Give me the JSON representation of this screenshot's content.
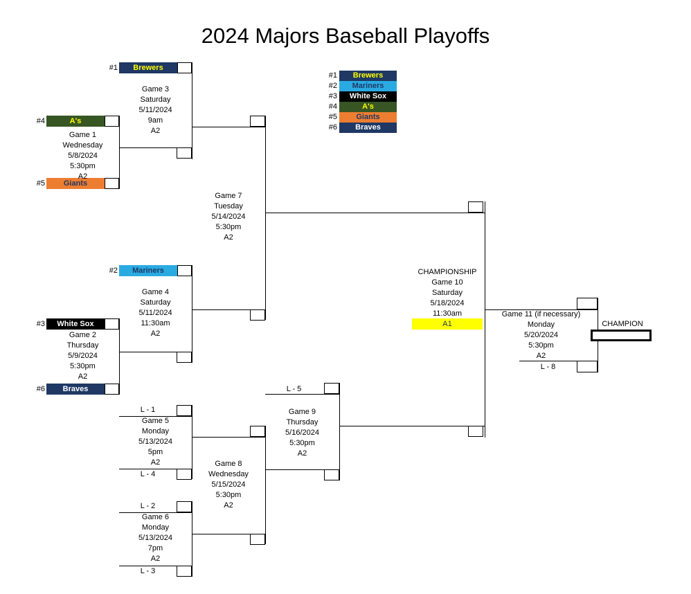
{
  "title": "2024 Majors Baseball Playoffs",
  "legend": {
    "items": [
      {
        "seed": "#1",
        "team": "Brewers",
        "bg": "#1F3864",
        "fg": "#FFFF00"
      },
      {
        "seed": "#2",
        "team": "Mariners",
        "bg": "#29ABE2",
        "fg": "#1F3864"
      },
      {
        "seed": "#3",
        "team": "White Sox",
        "bg": "#000000",
        "fg": "#FFFFFF"
      },
      {
        "seed": "#4",
        "team": "A's",
        "bg": "#375623",
        "fg": "#FFFF00"
      },
      {
        "seed": "#5",
        "team": "Giants",
        "bg": "#ED7D31",
        "fg": "#1F3864"
      },
      {
        "seed": "#6",
        "team": "Braves",
        "bg": "#1F3864",
        "fg": "#FFFFFF"
      }
    ]
  },
  "games": {
    "g1": {
      "lines": [
        "Game 1",
        "Wednesday",
        "5/8/2024",
        "5:30pm",
        "A2"
      ]
    },
    "g2": {
      "lines": [
        "Game 2",
        "Thursday",
        "5/9/2024",
        "5:30pm",
        "A2"
      ]
    },
    "g3": {
      "lines": [
        "Game 3",
        "Saturday",
        "5/11/2024",
        "9am",
        "A2"
      ]
    },
    "g4": {
      "lines": [
        "Game 4",
        "Saturday",
        "5/11/2024",
        "11:30am",
        "A2"
      ]
    },
    "g5": {
      "lines": [
        "Game 5",
        "Monday",
        "5/13/2024",
        "5pm",
        "A2"
      ]
    },
    "g6": {
      "lines": [
        "Game 6",
        "Monday",
        "5/13/2024",
        "7pm",
        "A2"
      ]
    },
    "g7": {
      "lines": [
        "Game 7",
        "Tuesday",
        "5/14/2024",
        "5:30pm",
        "A2"
      ]
    },
    "g8": {
      "lines": [
        "Game 8",
        "Wednesday",
        "5/15/2024",
        "5:30pm",
        "A2"
      ]
    },
    "g9": {
      "lines": [
        "Game 9",
        "Thursday",
        "5/16/2024",
        "5:30pm",
        "A2"
      ]
    },
    "g10": {
      "heading": "CHAMPIONSHIP",
      "lines": [
        "Game 10",
        "Saturday",
        "5/18/2024",
        "11:30am"
      ],
      "court": "A1",
      "court_bg": "#FFFF00",
      "court_fg": "#1F3864"
    },
    "g11": {
      "lines": [
        "Game 11 (if necessary)",
        "Monday",
        "5/20/2024",
        "5:30pm",
        "A2"
      ]
    }
  },
  "feeders": {
    "l1": "L - 1",
    "l2": "L - 2",
    "l3": "L - 3",
    "l4": "L - 4",
    "l5": "L - 5",
    "l8": "L - 8"
  },
  "champion_label": "CHAMPION"
}
